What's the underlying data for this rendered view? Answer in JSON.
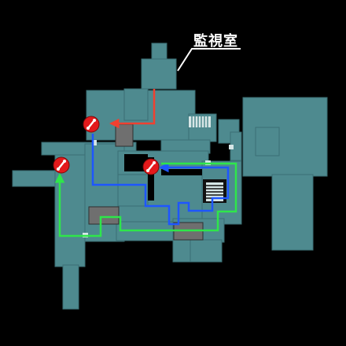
{
  "map": {
    "room_label": "監視室",
    "colors": {
      "background": "#000000",
      "room_fill": "#4e8a8f",
      "room_edge": "#3b6f74",
      "gray_block": "#6f6f6f",
      "route_red": "#f04030",
      "route_blue": "#1e56ff",
      "route_green": "#2ee64a",
      "marker_red": "#e3191b",
      "label_white": "#ffffff"
    },
    "icons": [
      "red-target-marker-icon",
      "door-icon",
      "stairs-icon",
      "route-arrow-icon"
    ],
    "markers": [
      "target-marker-1",
      "target-marker-2",
      "target-marker-3"
    ]
  }
}
